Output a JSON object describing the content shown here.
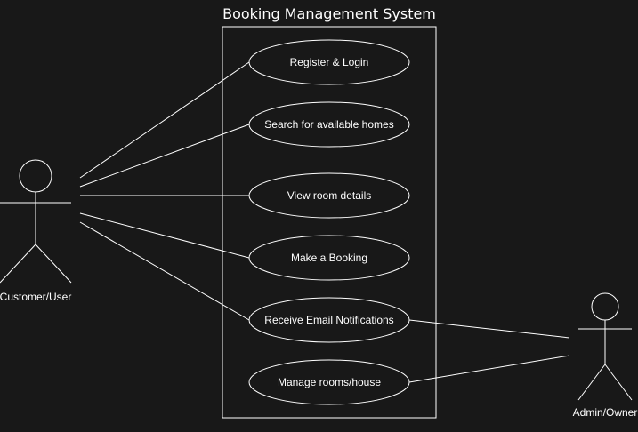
{
  "colors": {
    "background": "#181818",
    "stroke": "#ffffff",
    "text": "#ffffff"
  },
  "system": {
    "title": "Booking Management System"
  },
  "use_cases": [
    {
      "id": "register-login",
      "label": "Register & Login"
    },
    {
      "id": "search-homes",
      "label": "Search for available homes"
    },
    {
      "id": "view-room-details",
      "label": "View room details"
    },
    {
      "id": "make-booking",
      "label": "Make a Booking"
    },
    {
      "id": "receive-email-notifications",
      "label": "Receive Email Notifications"
    },
    {
      "id": "manage-rooms",
      "label": "Manage rooms/house"
    }
  ],
  "actors": [
    {
      "id": "customer-user",
      "label": "Customer/User"
    },
    {
      "id": "admin-owner",
      "label": "Admin/Owner"
    }
  ]
}
